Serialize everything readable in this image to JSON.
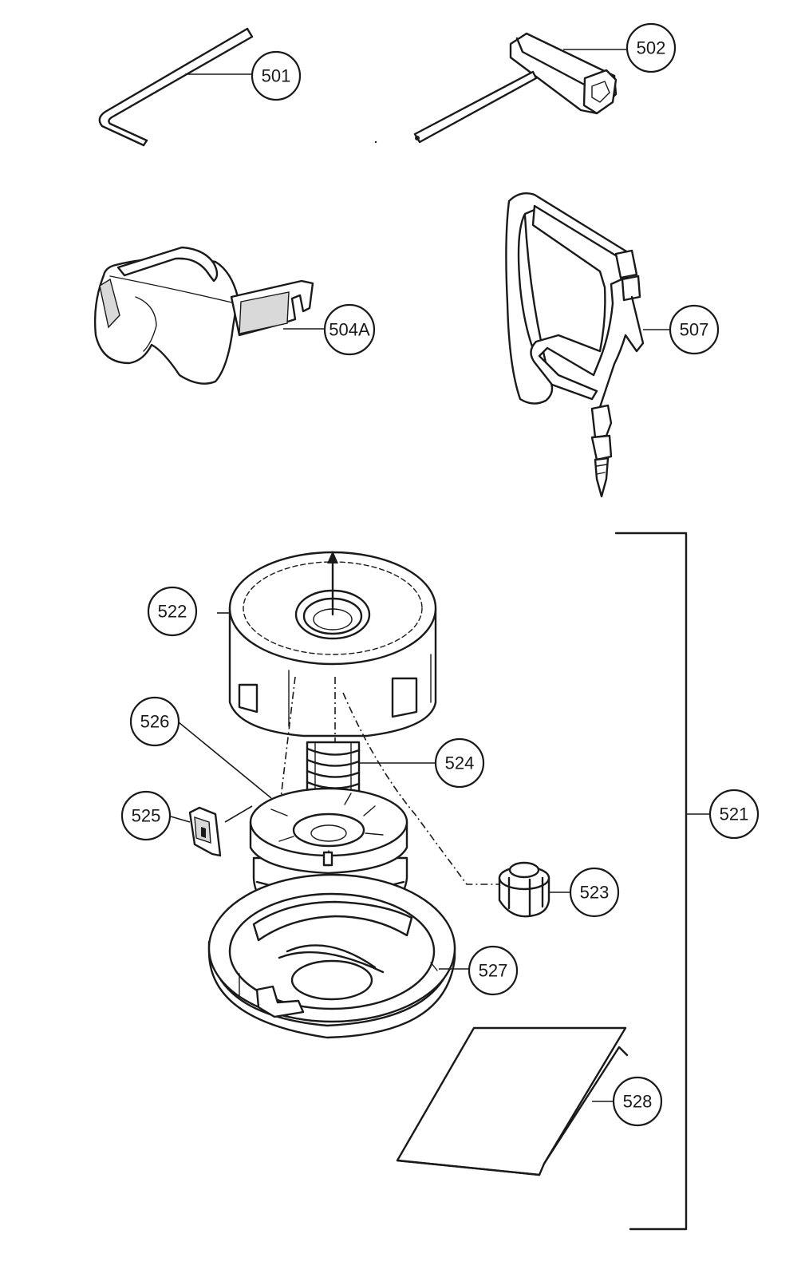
{
  "callouts": {
    "c501": "501",
    "c502": "502",
    "c504a": "504A",
    "c507": "507",
    "c521": "521",
    "c522": "522",
    "c523": "523",
    "c524": "524",
    "c525": "525",
    "c526": "526",
    "c527": "527",
    "c528": "528"
  },
  "parts": [
    {
      "ref": "501",
      "icon": "hex-key-icon"
    },
    {
      "ref": "502",
      "icon": "spark-plug-wrench-icon"
    },
    {
      "ref": "504A",
      "icon": "safety-glasses-icon"
    },
    {
      "ref": "507",
      "icon": "shoulder-harness-icon"
    },
    {
      "ref": "521",
      "icon": "trimmer-head-assembly-bracket"
    },
    {
      "ref": "522",
      "icon": "spool-cover-icon"
    },
    {
      "ref": "523",
      "icon": "nut-icon"
    },
    {
      "ref": "524",
      "icon": "spring-icon"
    },
    {
      "ref": "525",
      "icon": "clip-icon"
    },
    {
      "ref": "526",
      "icon": "spool-icon"
    },
    {
      "ref": "527",
      "icon": "housing-icon"
    },
    {
      "ref": "528",
      "icon": "manual-icon"
    }
  ],
  "colors": {
    "line": "#1a1a1a",
    "background": "#ffffff"
  }
}
